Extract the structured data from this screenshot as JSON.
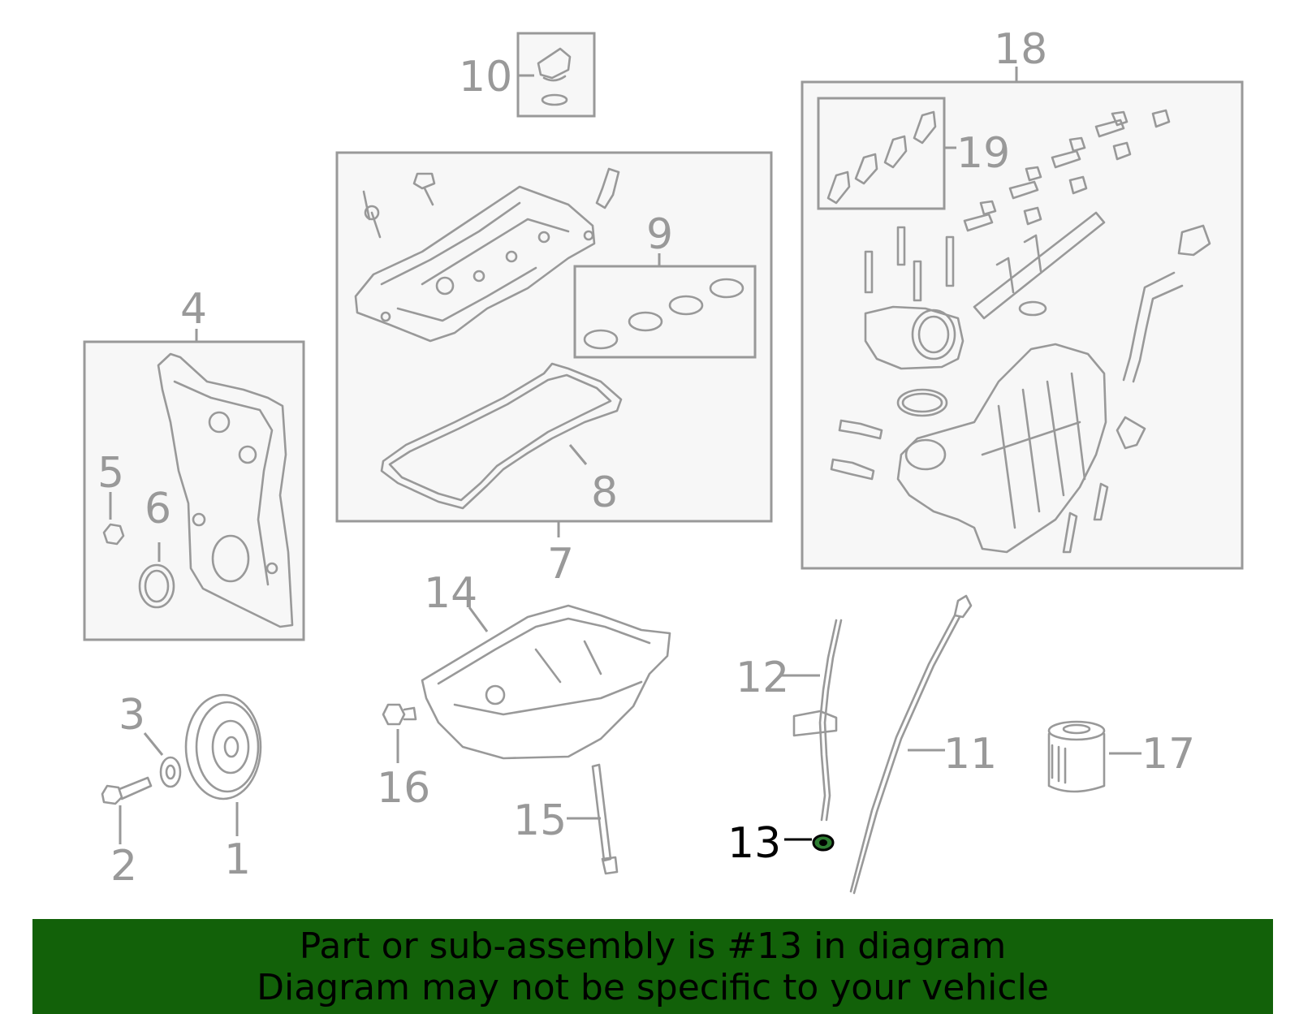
{
  "callouts": {
    "c1": "1",
    "c2": "2",
    "c3": "3",
    "c4": "4",
    "c5": "5",
    "c6": "6",
    "c7": "7",
    "c8": "8",
    "c9": "9",
    "c10": "10",
    "c11": "11",
    "c12": "12",
    "c13": "13",
    "c14": "14",
    "c15": "15",
    "c16": "16",
    "c17": "17",
    "c18": "18",
    "c19": "19"
  },
  "highlighted_part": "13",
  "banner": {
    "line1": "Part or sub-assembly is #13 in diagram",
    "line2": "Diagram may not be specific to your vehicle"
  },
  "colors": {
    "banner_bg": "#126109",
    "line_art": "#999999",
    "highlight": "#000000",
    "highlight_part_fill": "#2e7d32"
  }
}
